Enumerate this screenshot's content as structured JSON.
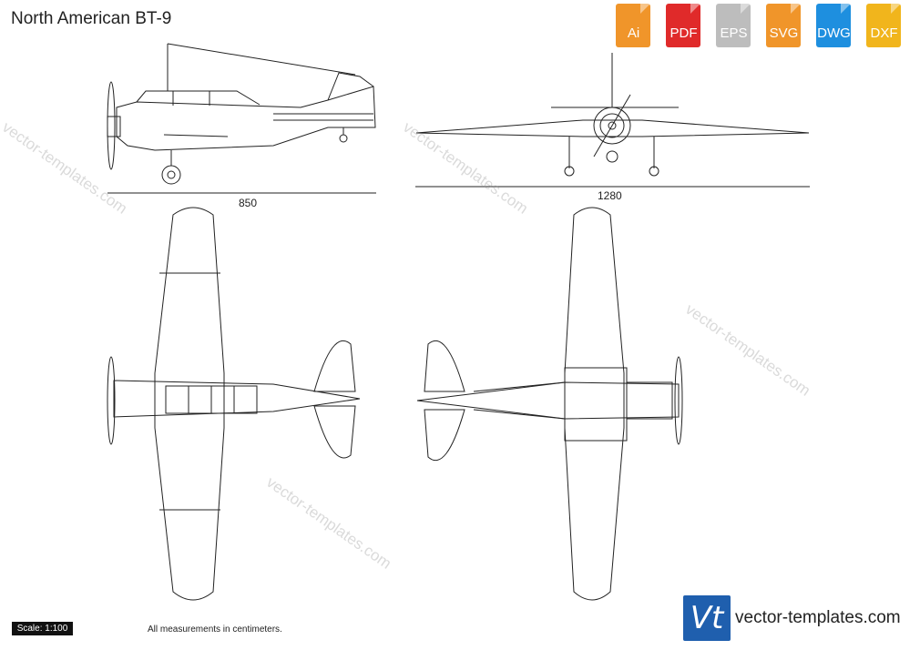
{
  "title": "North American BT-9",
  "formats": [
    {
      "label": "Ai",
      "color": "#f0952a"
    },
    {
      "label": "PDF",
      "color": "#e02a2a"
    },
    {
      "label": "EPS",
      "color": "#bdbdbd"
    },
    {
      "label": "SVG",
      "color": "#f0952a"
    },
    {
      "label": "DWG",
      "color": "#1e8fdf"
    },
    {
      "label": "DXF",
      "color": "#f1b51c"
    }
  ],
  "dimensions": {
    "length": "850",
    "wingspan": "1280"
  },
  "scale_label": "Scale: 1:100",
  "note": "All measurements in centimeters.",
  "brand": {
    "logo": "Vt",
    "name": "vector-templates.com",
    "color": "#1f5fae"
  },
  "watermark": "vector-templates.com"
}
